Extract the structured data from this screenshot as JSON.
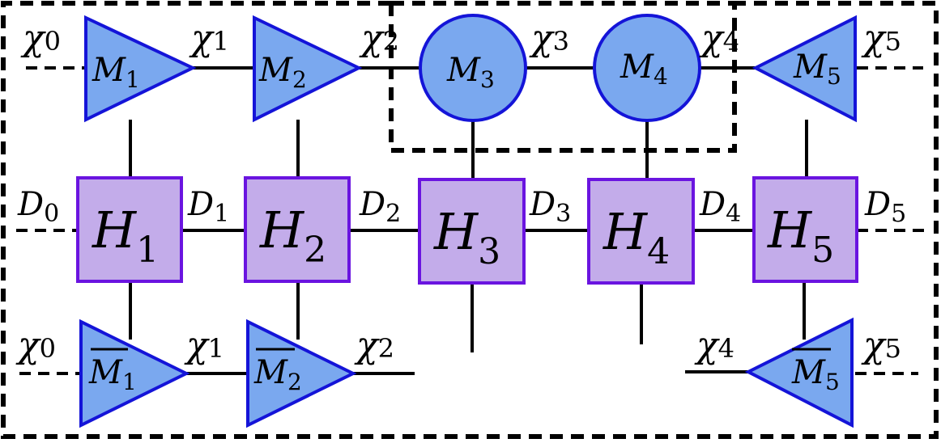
{
  "colors": {
    "mps_fill": "#7aa8ef",
    "mps_stroke": "#1414d8",
    "mpo_fill": "#c3acea",
    "mpo_stroke": "#6a14e0",
    "line": "#000000"
  },
  "top": {
    "M1": {
      "base": "M",
      "sub": "1"
    },
    "M2": {
      "base": "M",
      "sub": "2"
    },
    "M3": {
      "base": "M",
      "sub": "3"
    },
    "M4": {
      "base": "M",
      "sub": "4"
    },
    "M5": {
      "base": "M",
      "sub": "5"
    },
    "chi0": {
      "base": "χ",
      "sub": "0"
    },
    "chi1": {
      "base": "χ",
      "sub": "1"
    },
    "chi2": {
      "base": "χ",
      "sub": "2"
    },
    "chi3": {
      "base": "χ",
      "sub": "3"
    },
    "chi4": {
      "base": "χ",
      "sub": "4"
    },
    "chi5": {
      "base": "χ",
      "sub": "5"
    }
  },
  "middle": {
    "H1": {
      "base": "H",
      "sub": "1"
    },
    "H2": {
      "base": "H",
      "sub": "2"
    },
    "H3": {
      "base": "H",
      "sub": "3"
    },
    "H4": {
      "base": "H",
      "sub": "4"
    },
    "H5": {
      "base": "H",
      "sub": "5"
    },
    "D0": {
      "base": "D",
      "sub": "0"
    },
    "D1": {
      "base": "D",
      "sub": "1"
    },
    "D2": {
      "base": "D",
      "sub": "2"
    },
    "D3": {
      "base": "D",
      "sub": "3"
    },
    "D4": {
      "base": "D",
      "sub": "4"
    },
    "D5": {
      "base": "D",
      "sub": "5"
    }
  },
  "bottom": {
    "Mb1": {
      "base": "M",
      "sub": "1"
    },
    "Mb2": {
      "base": "M",
      "sub": "2"
    },
    "Mb5": {
      "base": "M",
      "sub": "5"
    },
    "chi0": {
      "base": "χ",
      "sub": "0"
    },
    "chi1": {
      "base": "χ",
      "sub": "1"
    },
    "chi2": {
      "base": "χ",
      "sub": "2"
    },
    "chi4": {
      "base": "χ",
      "sub": "4"
    },
    "chi5": {
      "base": "χ",
      "sub": "5"
    }
  }
}
